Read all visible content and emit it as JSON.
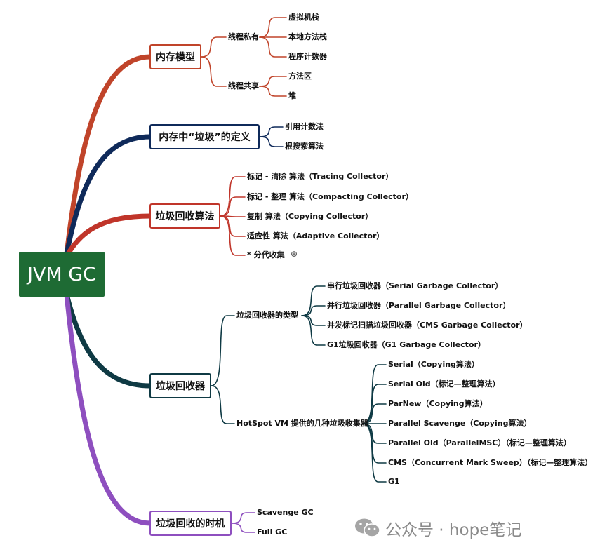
{
  "root": {
    "label": "JVM GC"
  },
  "colors": {
    "memory": "#c0442a",
    "garbage": "#0f2a5a",
    "algorithms": "#c0352a",
    "collectors": "#0f3a44",
    "timing": "#8e4fbf",
    "root_bg": "#1e6b34"
  },
  "topics": [
    {
      "label": "内存模型",
      "subgroups": [
        {
          "label": "线程私有",
          "leaves": [
            "虚拟机栈",
            "本地方法栈",
            "程序计数器"
          ]
        },
        {
          "label": "线程共享",
          "leaves": [
            "方法区",
            "堆"
          ]
        }
      ]
    },
    {
      "label": "内存中“垃圾”的定义",
      "leaves": [
        "引用计数法",
        "根搜索算法"
      ]
    },
    {
      "label": "垃圾回收算法",
      "leaves": [
        "标记 - 清除 算法（Tracing Collector）",
        "标记 - 整理 算法（Compacting Collector）",
        "复制 算法（Copying Collector）",
        "适应性 算法（Adaptive Collector）",
        "* 分代收集"
      ],
      "collapsed_icon": "plus-circle-icon"
    },
    {
      "label": "垃圾回收器",
      "subgroups": [
        {
          "label": "垃圾回收器的类型",
          "leaves": [
            "串行垃圾回收器（Serial Garbage Collector）",
            "并行垃圾回收器（Parallel Garbage Collector）",
            "并发标记扫描垃圾回收器（CMS Garbage Collector）",
            "G1垃圾回收器（G1 Garbage Collector）"
          ]
        },
        {
          "label": "HotSpot VM 提供的几种垃圾收集器",
          "leaves": [
            "Serial（Copying算法）",
            "Serial Old（标记—整理算法）",
            "ParNew（Copying算法）",
            "Parallel Scavenge（Copying算法）",
            "Parallel Old（ParallelMSC）（标记—整理算法）",
            "CMS（Concurrent Mark Sweep）（标记—整理算法）",
            "G1"
          ]
        }
      ]
    },
    {
      "label": "垃圾回收的时机",
      "leaves": [
        "Scavenge GC",
        "Full GC"
      ]
    }
  ],
  "watermark": {
    "text": "公众号 · hope笔记",
    "icon": "wechat-icon"
  }
}
